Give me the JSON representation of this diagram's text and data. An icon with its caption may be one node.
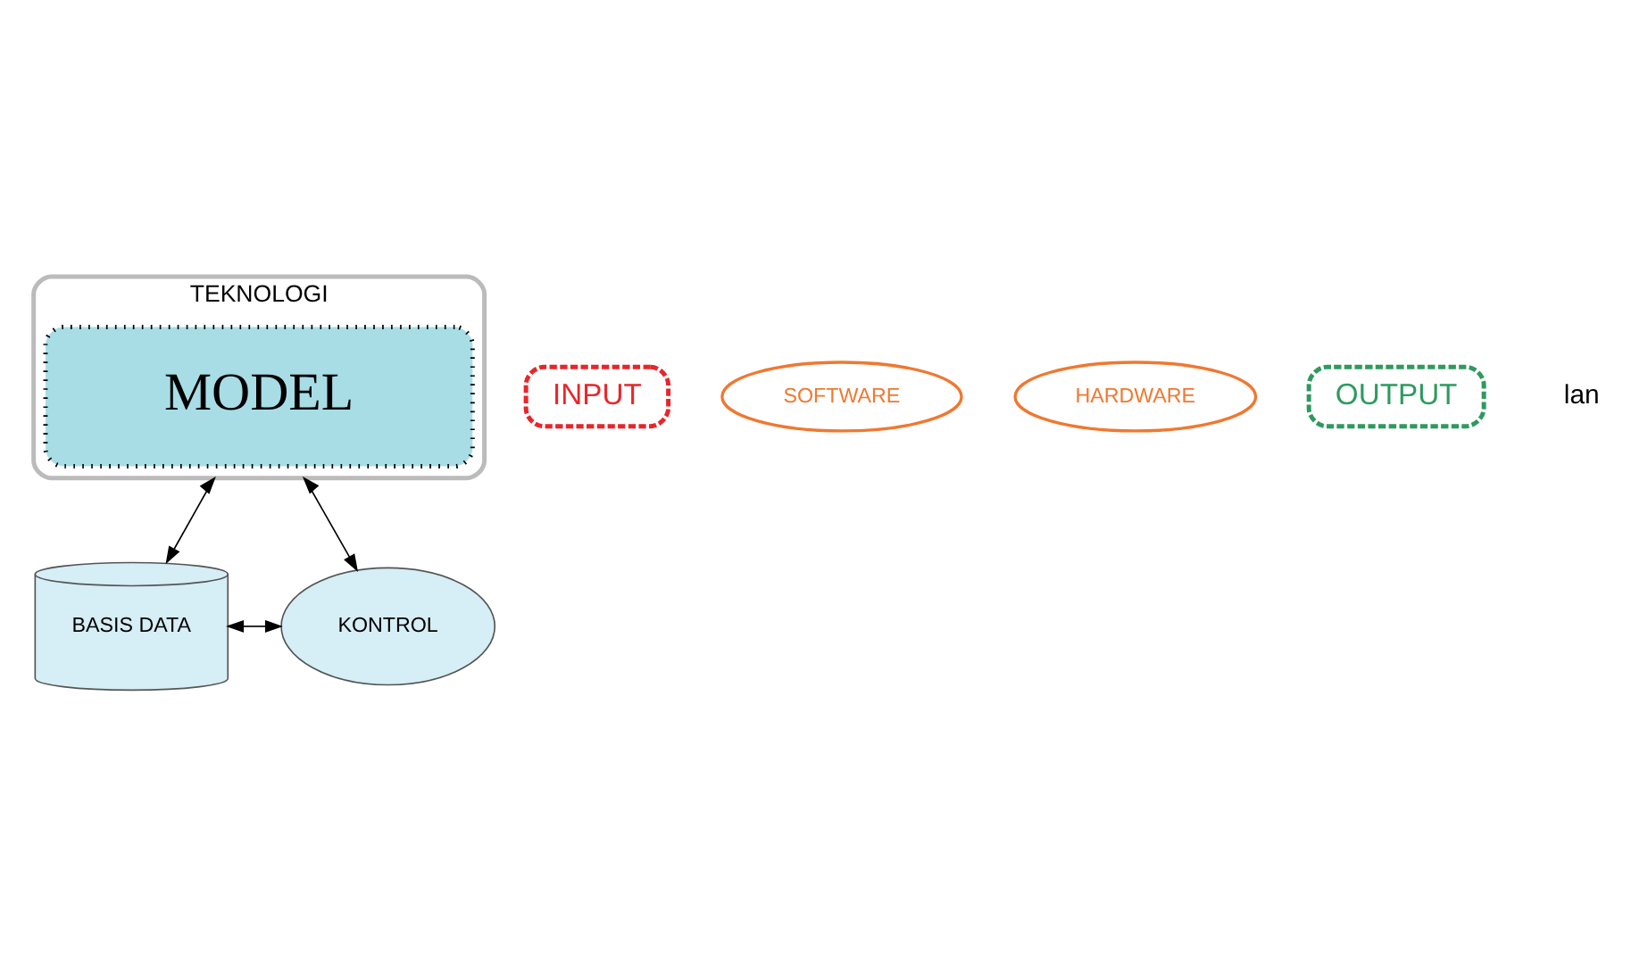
{
  "diagram": {
    "nodes": [
      {
        "text": [
          "TEKNOLOGI"
        ]
      },
      {
        "text": [
          "MODEL"
        ],
        "in": 0
      },
      {
        "text": [
          "INPUT"
        ]
      },
      {
        "text": [
          "SOFTWARE"
        ]
      },
      {
        "text": [
          "HARDWARE"
        ]
      },
      {
        "text": [
          "OUTPUT"
        ]
      },
      {
        "text": [
          "BASIS DATA"
        ]
      },
      {
        "text": [
          "KONTROL"
        ]
      }
    ],
    "edges": [
      {
        "from": 0,
        "to": 6,
        "arrow": "both"
      },
      {
        "from": 0,
        "to": 7,
        "arrow": "both"
      },
      {
        "from": 6,
        "to": 7,
        "arrow": "both"
      }
    ],
    "labels": [
      "lan"
    ]
  }
}
